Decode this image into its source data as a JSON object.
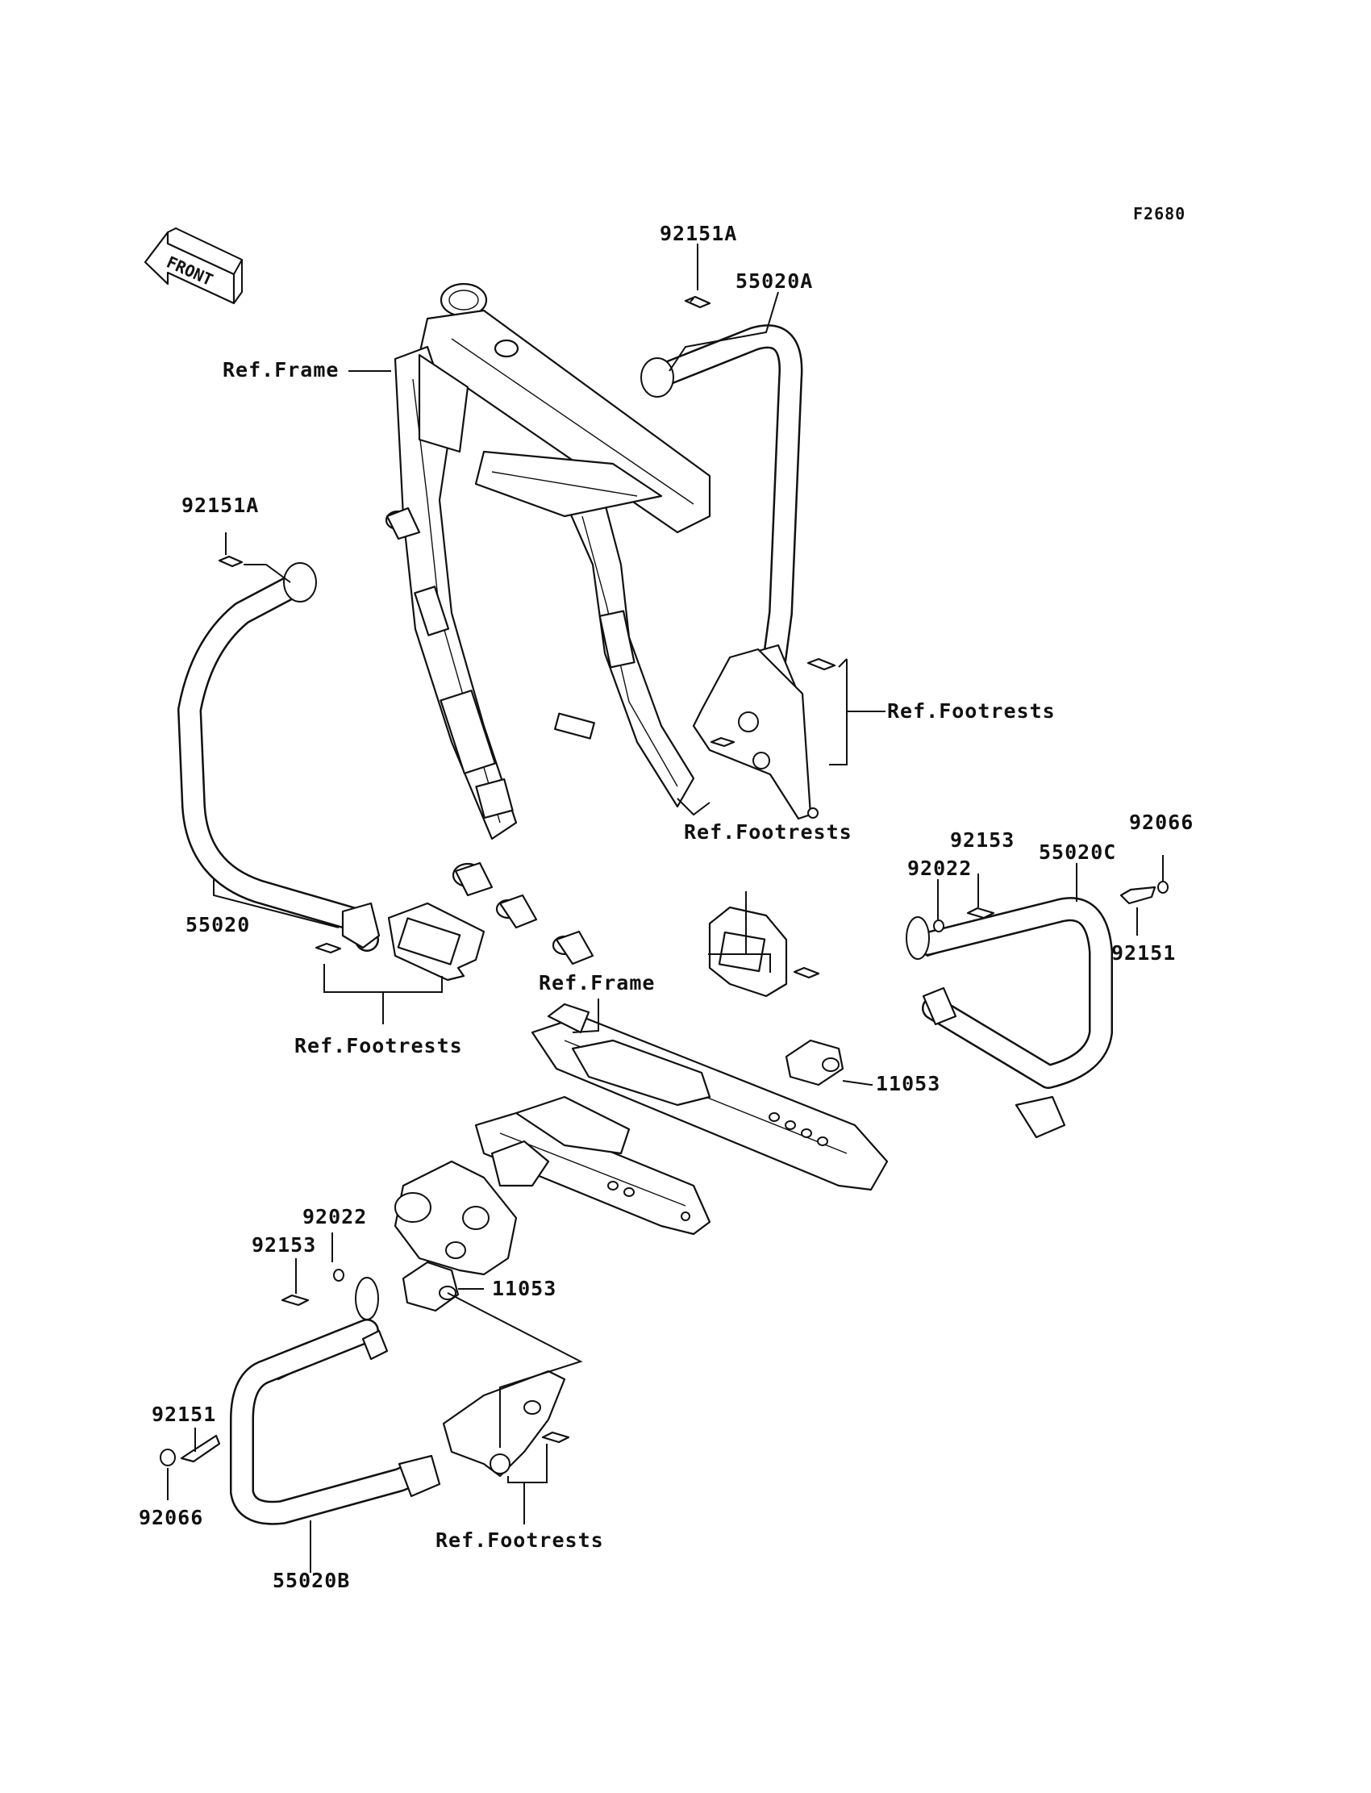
{
  "figure_code": "F2680",
  "front_arrow_label": "FRONT",
  "labels": {
    "l_92151A_top": "92151A",
    "l_55020A": "55020A",
    "l_ref_frame_top": "Ref.Frame",
    "l_92151A_left": "92151A",
    "l_ref_footrests_right": "Ref.Footrests",
    "l_ref_footrests_mid": "Ref.Footrests",
    "l_92153_right": "92153",
    "l_92066_right": "92066",
    "l_92022_right": "92022",
    "l_55020C": "55020C",
    "l_92151_right": "92151",
    "l_55020": "55020",
    "l_ref_frame_mid": "Ref.Frame",
    "l_ref_footrests_left": "Ref.Footrests",
    "l_11053_right": "11053",
    "l_92022_left": "92022",
    "l_92153_left": "92153",
    "l_11053_left": "11053",
    "l_92151_left": "92151",
    "l_92066_left": "92066",
    "l_ref_footrests_bottom": "Ref.Footrests",
    "l_55020B": "55020B"
  }
}
